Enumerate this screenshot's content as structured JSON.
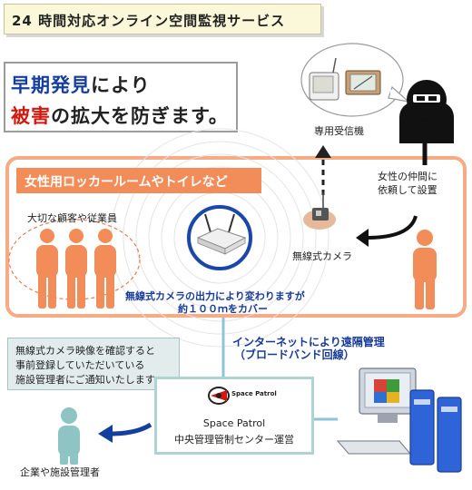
{
  "header": {
    "title": "24 時間対応オンライン空間監視サービス"
  },
  "headline": {
    "line1": [
      {
        "text": "早期発見",
        "color": "blue"
      },
      {
        "text": "により",
        "color": "dark"
      }
    ],
    "line2": [
      {
        "text": "被害",
        "color": "red"
      },
      {
        "text": "の拡大を防ぎます。",
        "color": "dark"
      }
    ]
  },
  "receiver": {
    "label": "専用受信機"
  },
  "accomplice": {
    "line1": "女性の仲間に",
    "line2": "依頼して設置"
  },
  "area": {
    "title": "女性用ロッカールームやトイレなど"
  },
  "people": {
    "label": "大切な顧客や従業員"
  },
  "camera": {
    "label": "無線式カメラ"
  },
  "coverage": {
    "line1": "無線式カメラの出力により変わりますが",
    "line2": "約１００ｍをカバー"
  },
  "internet": {
    "line1": "インターネットにより遠隔管理",
    "line2": "（ブロードバンド回線）"
  },
  "notice": {
    "line1": "無線式カメラ映像を確認すると",
    "line2": "事前登録していただいている",
    "line3": "施設管理者にご通知いたします。"
  },
  "center": {
    "logo_text": "Space Patrol",
    "name": "Space Patrol",
    "subtitle": "中央管理管制センター運営"
  },
  "manager": {
    "label": "企業や施設管理者"
  },
  "colors": {
    "orange": "#f28c59",
    "frame": "#f6ab84",
    "navy": "#163a9a",
    "red": "#d4180e",
    "teal": "#8fc4c4",
    "arrow_blue": "#153f9e"
  }
}
